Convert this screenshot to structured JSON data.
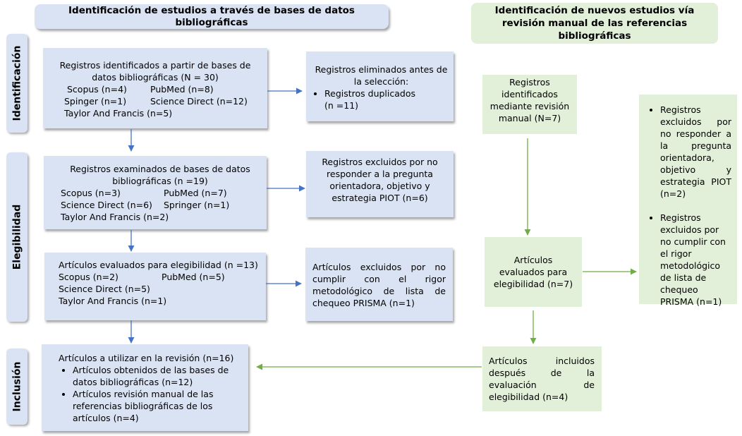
{
  "headers": {
    "left": "Identificación de estudios a través de bases de datos bibliográficas",
    "right": "Identificación de nuevos estudios vía revisión manual de las referencias bibliográficas"
  },
  "phases": {
    "identificacion": "Identificación",
    "elegibilidad": "Elegibilidad",
    "inclusion": "Inclusión"
  },
  "box1": {
    "line1": "Registros identificados a partir de bases de",
    "line2": "datos bibliográficas (N = 30)",
    "r1a": "Scopus (n=4)",
    "r1b": "PubMed (n=8)",
    "r2a": "Spinger (n=1)",
    "r2b": "Science Direct (n=12)",
    "r3": "Taylor And Francis (n=5)"
  },
  "box_removed": {
    "line1": "Registros eliminados antes de",
    "line2": "la selección:",
    "bullet": "Registros duplicados",
    "count": "(n =11)"
  },
  "box2": {
    "line1": "Registros examinados de bases de datos",
    "line2": "bibliográficas (n =19)",
    "r1a": "Scopus (n=3)",
    "r1b": "PubMed (n=7)",
    "r2a": "Science Direct (n=6)",
    "r2b": "Springer (n=1)",
    "r3": "Taylor And Francis (n=2)"
  },
  "box_excluded1": {
    "text": "Registros excluidos por no responder a la pregunta orientadora, objetivo y estrategia PIOT (n=6)"
  },
  "box3": {
    "line1": "Artículos evaluados para elegibilidad (n =13)",
    "r1a": "Scopus (n=2)",
    "r1b": "PubMed (n=5)",
    "r2": "Science Direct (n=5)",
    "r3": "Taylor And Francis (n=1)"
  },
  "box_excluded2": {
    "text": "Artículos excluidos por no cumplir con el rigor metodológico de lista de chequeo PRISMA (n=1)"
  },
  "box4": {
    "line1": "Artículos a utilizar en la revisión (n=16)",
    "bullet1": "Artículos obtenidos de las bases de datos bibliográficas (n=12)",
    "bullet2": "Artículos revisión manual de las referencias bibliográficas de los artículos (n=4)"
  },
  "manual": {
    "identified": "Registros identificados mediante revisión manual (N=7)",
    "evaluated": "Artículos evaluados para elegibilidad (n=7)",
    "included": "Artículos incluidos después de la evaluación de elegibilidad (n=4)",
    "excluded_bullet1": "Registros excluidos por no responder a la pregunta orientadora, objetivo y estrategia PIOT (n=2)",
    "excluded_bullet2": "Registros excluidos por no cumplir con el rigor metodológico de lista de chequeo PRISMA (n=1)"
  },
  "colors": {
    "blue_box": "#dae3f3",
    "green_box": "#e2efd9",
    "blue_arrow": "#4472c4",
    "green_arrow": "#70ad47"
  }
}
